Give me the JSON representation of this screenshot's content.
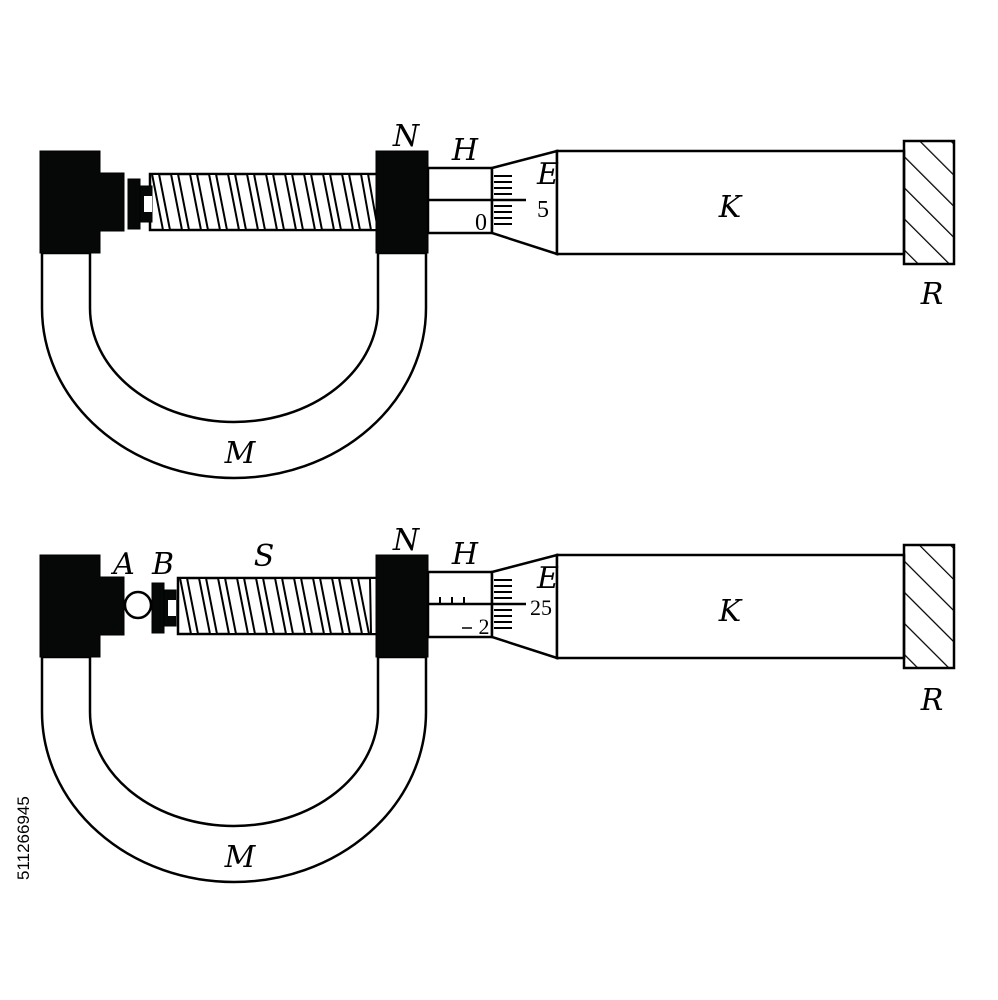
{
  "diagram": {
    "top": {
      "labels": {
        "frame": "M",
        "anvil_block": "N",
        "sleeve": "H",
        "thimble": "E",
        "body": "K",
        "ratchet": "R"
      },
      "sleeve_mark": "0",
      "thimble_mark": "5"
    },
    "bottom": {
      "labels": {
        "frame": "M",
        "anvil_block": "N",
        "sleeve": "H",
        "thimble": "E",
        "body": "K",
        "ratchet": "R",
        "anvil_face": "A",
        "spindle_face": "B",
        "screw": "S"
      },
      "sleeve_mark": "2",
      "thimble_mark": "25"
    }
  },
  "stock_id": "511266945",
  "colors": {
    "ink": "#000000",
    "paper": "#ffffff",
    "solid": "#060808"
  }
}
